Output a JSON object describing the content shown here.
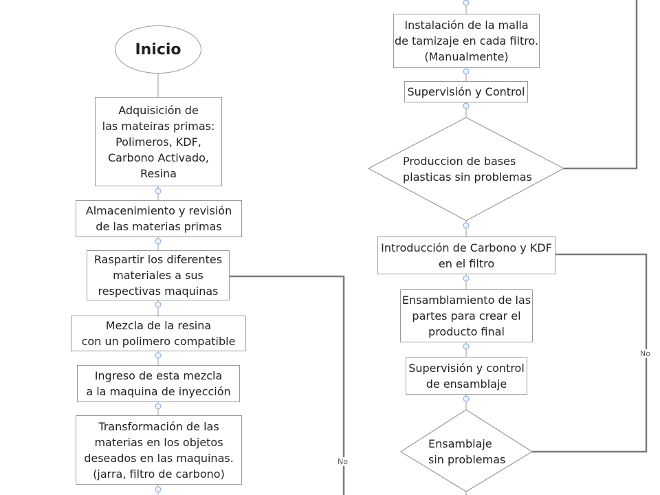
{
  "start": "Inicio",
  "left": [
    "Adquisición de\nlas mateiras primas:\nPolimeros, KDF,\nCarbono Activado,\nResina",
    "Almacenimiento y revisión\nde las materias primas",
    "Raspartir los diferentes\nmateriales a sus\nrespectivas maquinas",
    "Mezcla de la resina\ncon un polimero compatible",
    "Ingreso de esta mezcla\na la maquina de inyección",
    "Transformación de las\nmaterias en los objetos\ndeseados en las maquinas.\n(jarra, filtro de carbono)"
  ],
  "right": [
    "Instalación de la malla\nde tamizaje en cada filtro.\n(Manualmente)",
    "Supervisión y Control",
    "Introducción de Carbono y KDF\nen el filtro",
    "Ensamblamiento de las\npartes para crear el\nproducto final",
    "Supervisión y control\nde ensamblaje"
  ],
  "decisions": [
    "Produccion de bases\nplasticas sin problemas",
    "Ensamblaje\nsin problemas"
  ],
  "loop_labels": [
    "No",
    "No"
  ],
  "colors": {
    "line": "#7a7a7a",
    "border": "#9a9a9a",
    "connector": "#6f9fd8"
  }
}
